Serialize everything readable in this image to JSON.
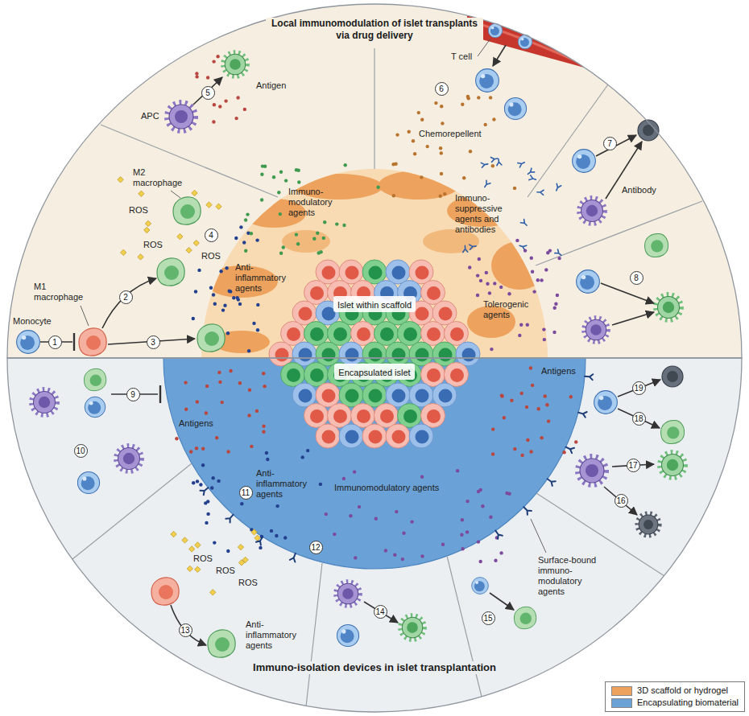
{
  "diagram": {
    "nodes": [
      {
        "text": [
          "Local immunomodulation of islet transplants via drug delivery"
        ]
      },
      {
        "text": [
          "Immuno-isolation devices in islet transplantation"
        ]
      },
      {
        "text": [
          "Islet within scaffold"
        ],
        "in": 0
      },
      {
        "text": [
          "Encapsulated islet"
        ],
        "in": 1
      }
    ],
    "labels": [
      "M1 macrophage",
      "Monocyte",
      "1",
      "2",
      "3",
      "M2 macrophage",
      "ROS",
      "ROS",
      "4",
      "ROS",
      "Anti-inflammatory agents",
      "APC",
      "5",
      "Antigen",
      "Immuno-modulatory agents",
      "T cell",
      "6",
      "Chemorepellent",
      "7",
      "Antibody",
      "Immuno-suppressive agents and antibodies",
      "8",
      "Tolerogenic agents",
      "9",
      "Antigens",
      "10",
      "11",
      "Anti-inflammatory agents",
      "ROS",
      "ROS",
      "ROS",
      "12",
      "13",
      "Anti-inflammatory agents",
      "Immunomodulatory agents",
      "14",
      "15",
      "Surface-bound immuno-modulatory agents",
      "16",
      "17",
      "18",
      "19",
      "Antigens"
    ],
    "legend": [
      {
        "text": "3D scaffold or hydrogel",
        "color": "#eda35e"
      },
      {
        "text": "Encapsulating biomaterial",
        "color": "#6aa1d6"
      }
    ]
  }
}
